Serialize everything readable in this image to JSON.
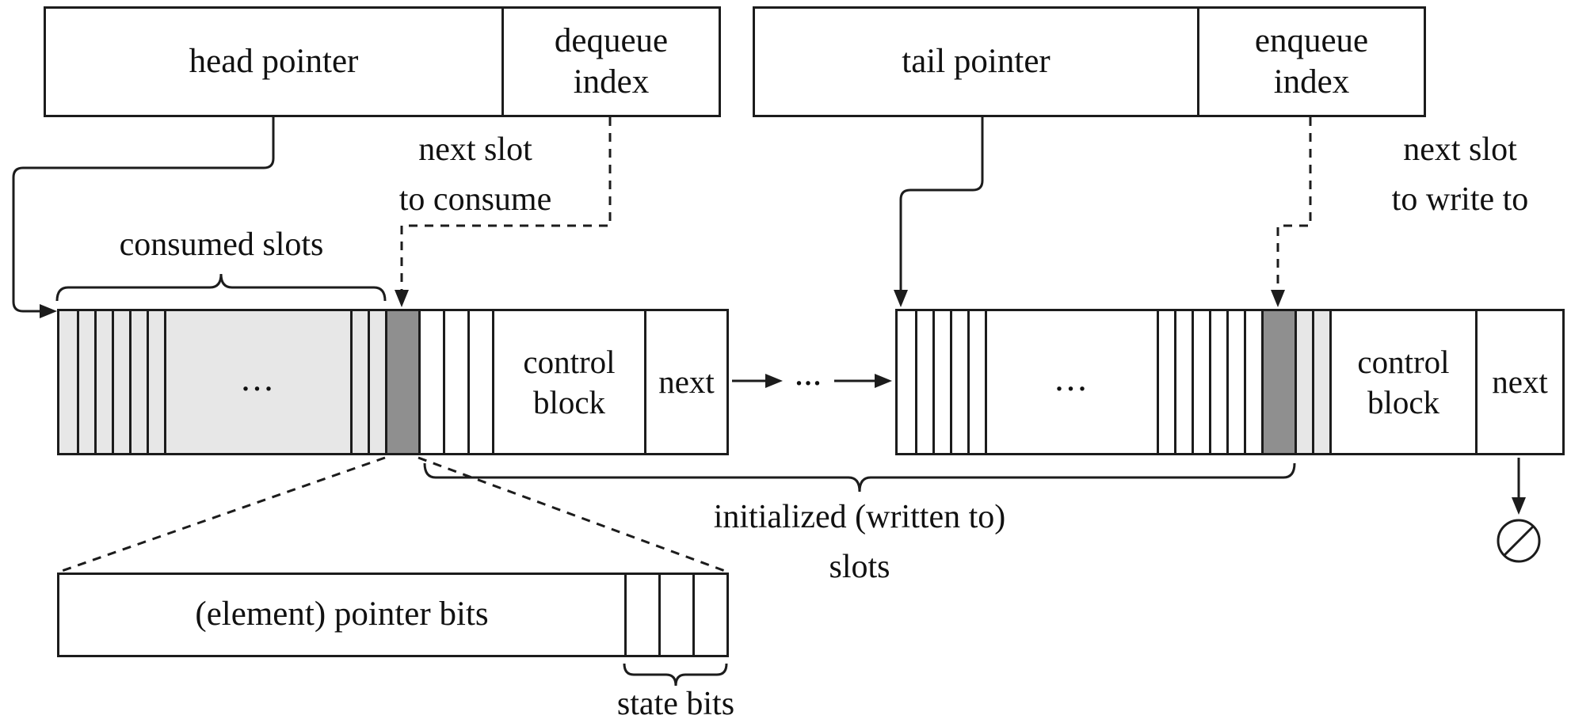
{
  "pointers": {
    "head": "head pointer",
    "dequeue_line1": "dequeue",
    "dequeue_line2": "index",
    "tail": "tail pointer",
    "enqueue_line1": "enqueue",
    "enqueue_line2": "index"
  },
  "annotations": {
    "next_slot_consume_line1": "next slot",
    "next_slot_consume_line2": "to consume",
    "next_slot_write_line1": "next slot",
    "next_slot_write_line2": "to write to",
    "consumed_slots": "consumed slots",
    "initialized_line1": "initialized (written to)",
    "initialized_line2": "slots",
    "state_bits": "state bits",
    "link_ellipsis": "..."
  },
  "segments": {
    "left_ellipsis": "...",
    "right_ellipsis": "...",
    "control_line1": "control",
    "control_line2": "block",
    "next_label": "next"
  },
  "detail": {
    "pointer_bits": "(element) pointer bits"
  },
  "colors": {
    "consumed_slot": "#e7e7e7",
    "current_slot": "#8f8f8f",
    "line": "#1c1c1c",
    "background": "#ffffff"
  }
}
